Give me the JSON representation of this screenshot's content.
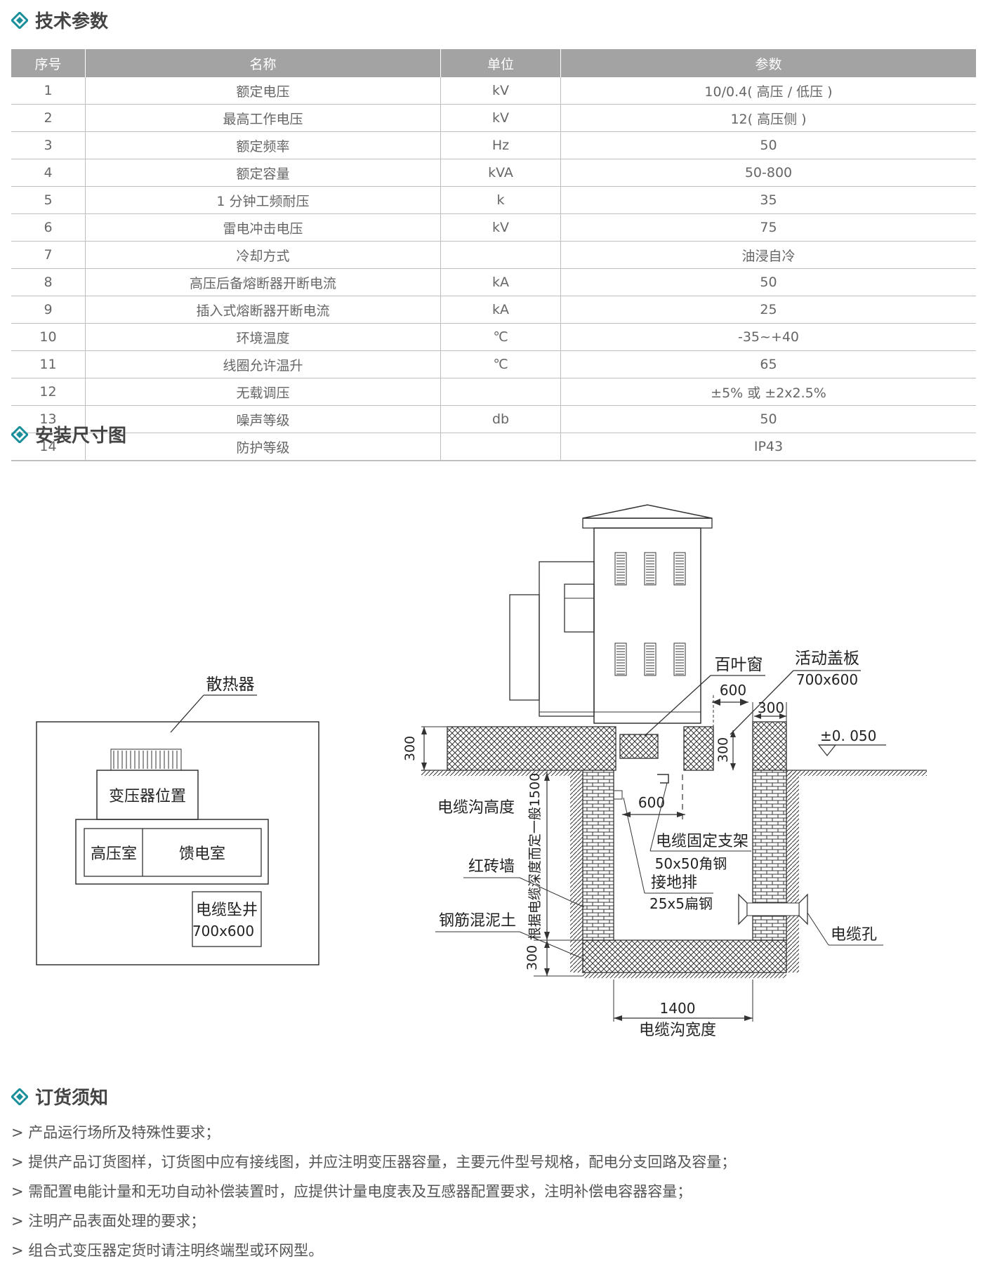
{
  "sections": {
    "spec_title": "技术参数",
    "drawing_title": "安装尺寸图",
    "order_title": "订货须知"
  },
  "table": {
    "headers": [
      "序号",
      "名称",
      "单位",
      "参数"
    ],
    "rows": [
      [
        "1",
        "额定电压",
        "kV",
        "10/0.4( 高压 / 低压 )"
      ],
      [
        "2",
        "最高工作电压",
        "kV",
        "12( 高压侧 )"
      ],
      [
        "3",
        "额定频率",
        "Hz",
        "50"
      ],
      [
        "4",
        "额定容量",
        "kVA",
        "50-800"
      ],
      [
        "5",
        "1 分钟工频耐压",
        "k",
        "35"
      ],
      [
        "6",
        "雷电冲击电压",
        "kV",
        "75"
      ],
      [
        "7",
        "冷却方式",
        "",
        "油浸自冷"
      ],
      [
        "8",
        "高压后备熔断器开断电流",
        "kA",
        "50"
      ],
      [
        "9",
        "插入式熔断器开断电流",
        "kA",
        "25"
      ],
      [
        "10",
        "环境温度",
        "℃",
        "-35~+40"
      ],
      [
        "11",
        "线圈允许温升",
        "℃",
        "65"
      ],
      [
        "12",
        "无载调压",
        "",
        "±5% 或 ±2x2.5%"
      ],
      [
        "13",
        "噪声等级",
        "db",
        "50"
      ],
      [
        "14",
        "防护等级",
        "",
        "IP43"
      ]
    ]
  },
  "plan": {
    "radiator": "散热器",
    "transformer_pos": "变压器位置",
    "hv_room": "高压室",
    "feeder_room": "馈电室",
    "cable_shaft": "电缆坠井",
    "cable_shaft_size": "700x600"
  },
  "section_view": {
    "louver": "百叶窗",
    "cover": "活动盖板",
    "cover_size": "700x600",
    "dim_600_top": "600",
    "dim_300_top": "300",
    "elevation": "±0. 050",
    "dim_300_left": "300",
    "dim_300_mid": "300",
    "trench_height": "电缆沟高度",
    "depth_note": "根据电缆深度而定一般1500",
    "dim_600_inner": "600",
    "bracket": "电缆固定支架",
    "bracket_spec": "50x50角钢",
    "ground_bar": "接地排",
    "ground_bar_spec": "25x5扁钢",
    "brick_wall": "红砖墙",
    "concrete": "钢筋混泥土",
    "cable_hole": "电缆孔",
    "dim_300_bottom": "300",
    "width_value": "1400",
    "width_label": "电缆沟宽度"
  },
  "notes": [
    "> 产品运行场所及特殊性要求；",
    "> 提供产品订货图样，订货图中应有接线图，并应注明变压器容量，主要元件型号规格，配电分支回路及容量；",
    "> 需配置电能计量和无功自动补偿装置时，应提供计量电度表及互感器配置要求，注明补偿电容器容量；",
    "> 注明产品表面处理的要求；",
    "> 组合式变压器定货时请注明终端型或环网型。"
  ],
  "colors": {
    "accent": "#1a8f9a",
    "header_bg": "#a3a3a3"
  }
}
